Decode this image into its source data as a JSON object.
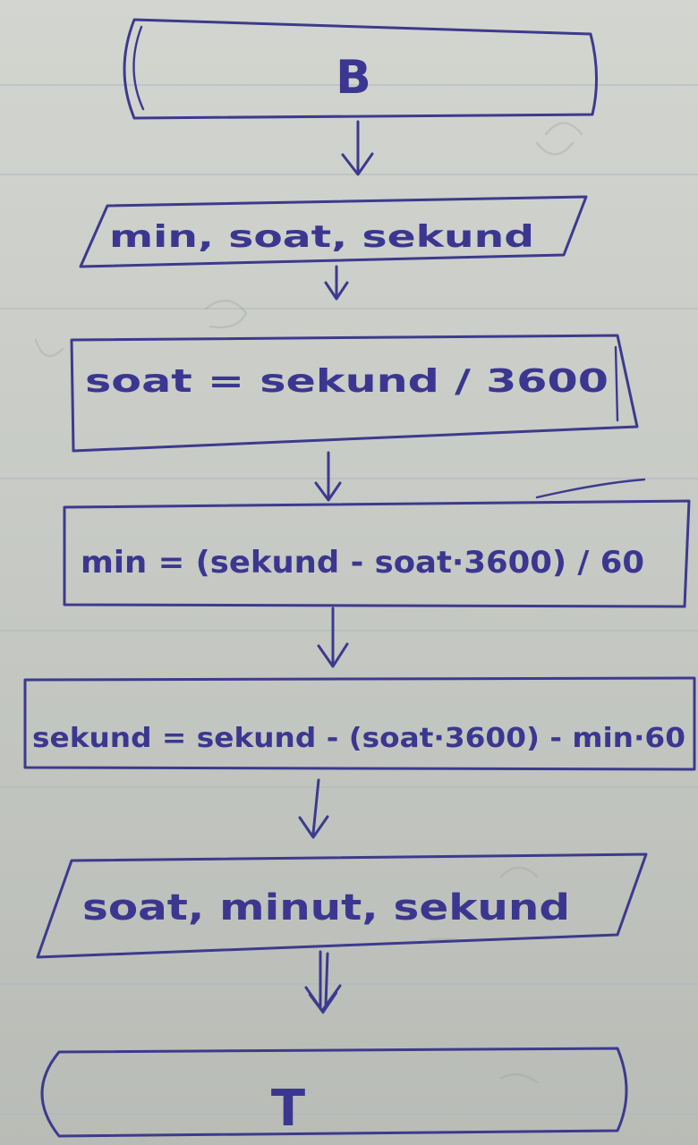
{
  "flowchart": {
    "start": "B",
    "input": "min, soat, sekund",
    "step1": "soat = sekund / 3600",
    "step2": "min = (sekund - soat·3600) / 60",
    "step3": "sekund = sekund - (soat·3600) - min·60",
    "output": "soat, minut, sekund",
    "end": "T"
  },
  "colors": {
    "ink": "#3d3a8e",
    "paper": "#cfd1cc"
  }
}
